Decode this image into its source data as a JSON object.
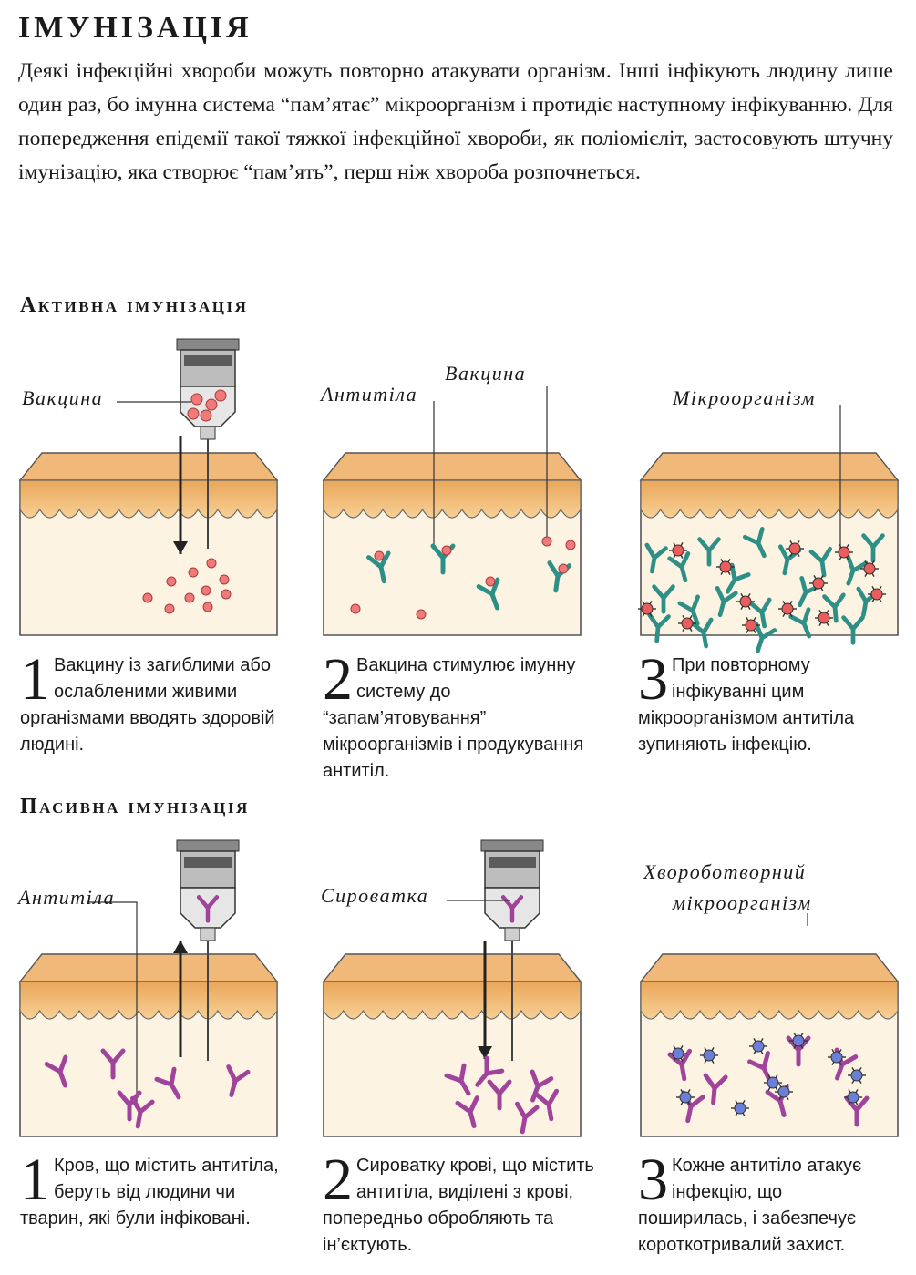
{
  "title": "ІМУНІЗАЦІЯ",
  "intro": "Деякі інфекційні хвороби можуть повторно атакувати організм. Інші інфікують людину лише один раз, бо імунна система “пам’ятає” мікроорганізм і протидіє наступному інфікуванню. Для попередження епідемії такої тяжкої інфекційної хвороби, як поліомієліт, застосовують штучну імунізацію, яка створює “пам’ять”, перш ніж хвороба розпочнеться.",
  "active": {
    "heading": "Активна імунізація",
    "panels": [
      {
        "labels": [
          "Вакцина"
        ],
        "number": "1",
        "caption": "Вакцину із загиблими або ослабленими живими організмами вводять здоровій людині."
      },
      {
        "labels": [
          "Антитіла",
          "Вакцина"
        ],
        "number": "2",
        "caption": "Вакцина стимулює імунну систему до “запам’ятовування” мікроорганізмів і продукування антитіл."
      },
      {
        "labels": [
          "Мікроорганізм"
        ],
        "number": "3",
        "caption": "При повторному інфікуванні цим мікроорганізмом антитіла зупиняють інфекцію."
      }
    ]
  },
  "passive": {
    "heading": "Пасивна імунізація",
    "panels": [
      {
        "labels": [
          "Антитіла"
        ],
        "number": "1",
        "caption": "Кров, що містить антитіла, беруть від людини чи тварин, які були інфіковані."
      },
      {
        "labels": [
          "Сироватка"
        ],
        "number": "2",
        "caption": "Сироватку крові, що містить антитіла, виділені з крові, попередньо обробляють та ін’єктують."
      },
      {
        "labels": [
          "Хворобо­творний",
          "мікроорганізм"
        ],
        "number": "3",
        "caption": "Кожне антитіло атакує інфекцію, що поширилась, і забезпечує короткотривалий захист."
      }
    ]
  },
  "colors": {
    "skin_top": "#f3b872",
    "skin_band": "#f7cf95",
    "tissue": "#fdf3e2",
    "vaccine": "#f07a7a",
    "antibody_active": "#2e8f86",
    "antibody_passive": "#a0439a",
    "microbe_red": "#e95d5d",
    "microbe_blue": "#6b7fd6"
  }
}
